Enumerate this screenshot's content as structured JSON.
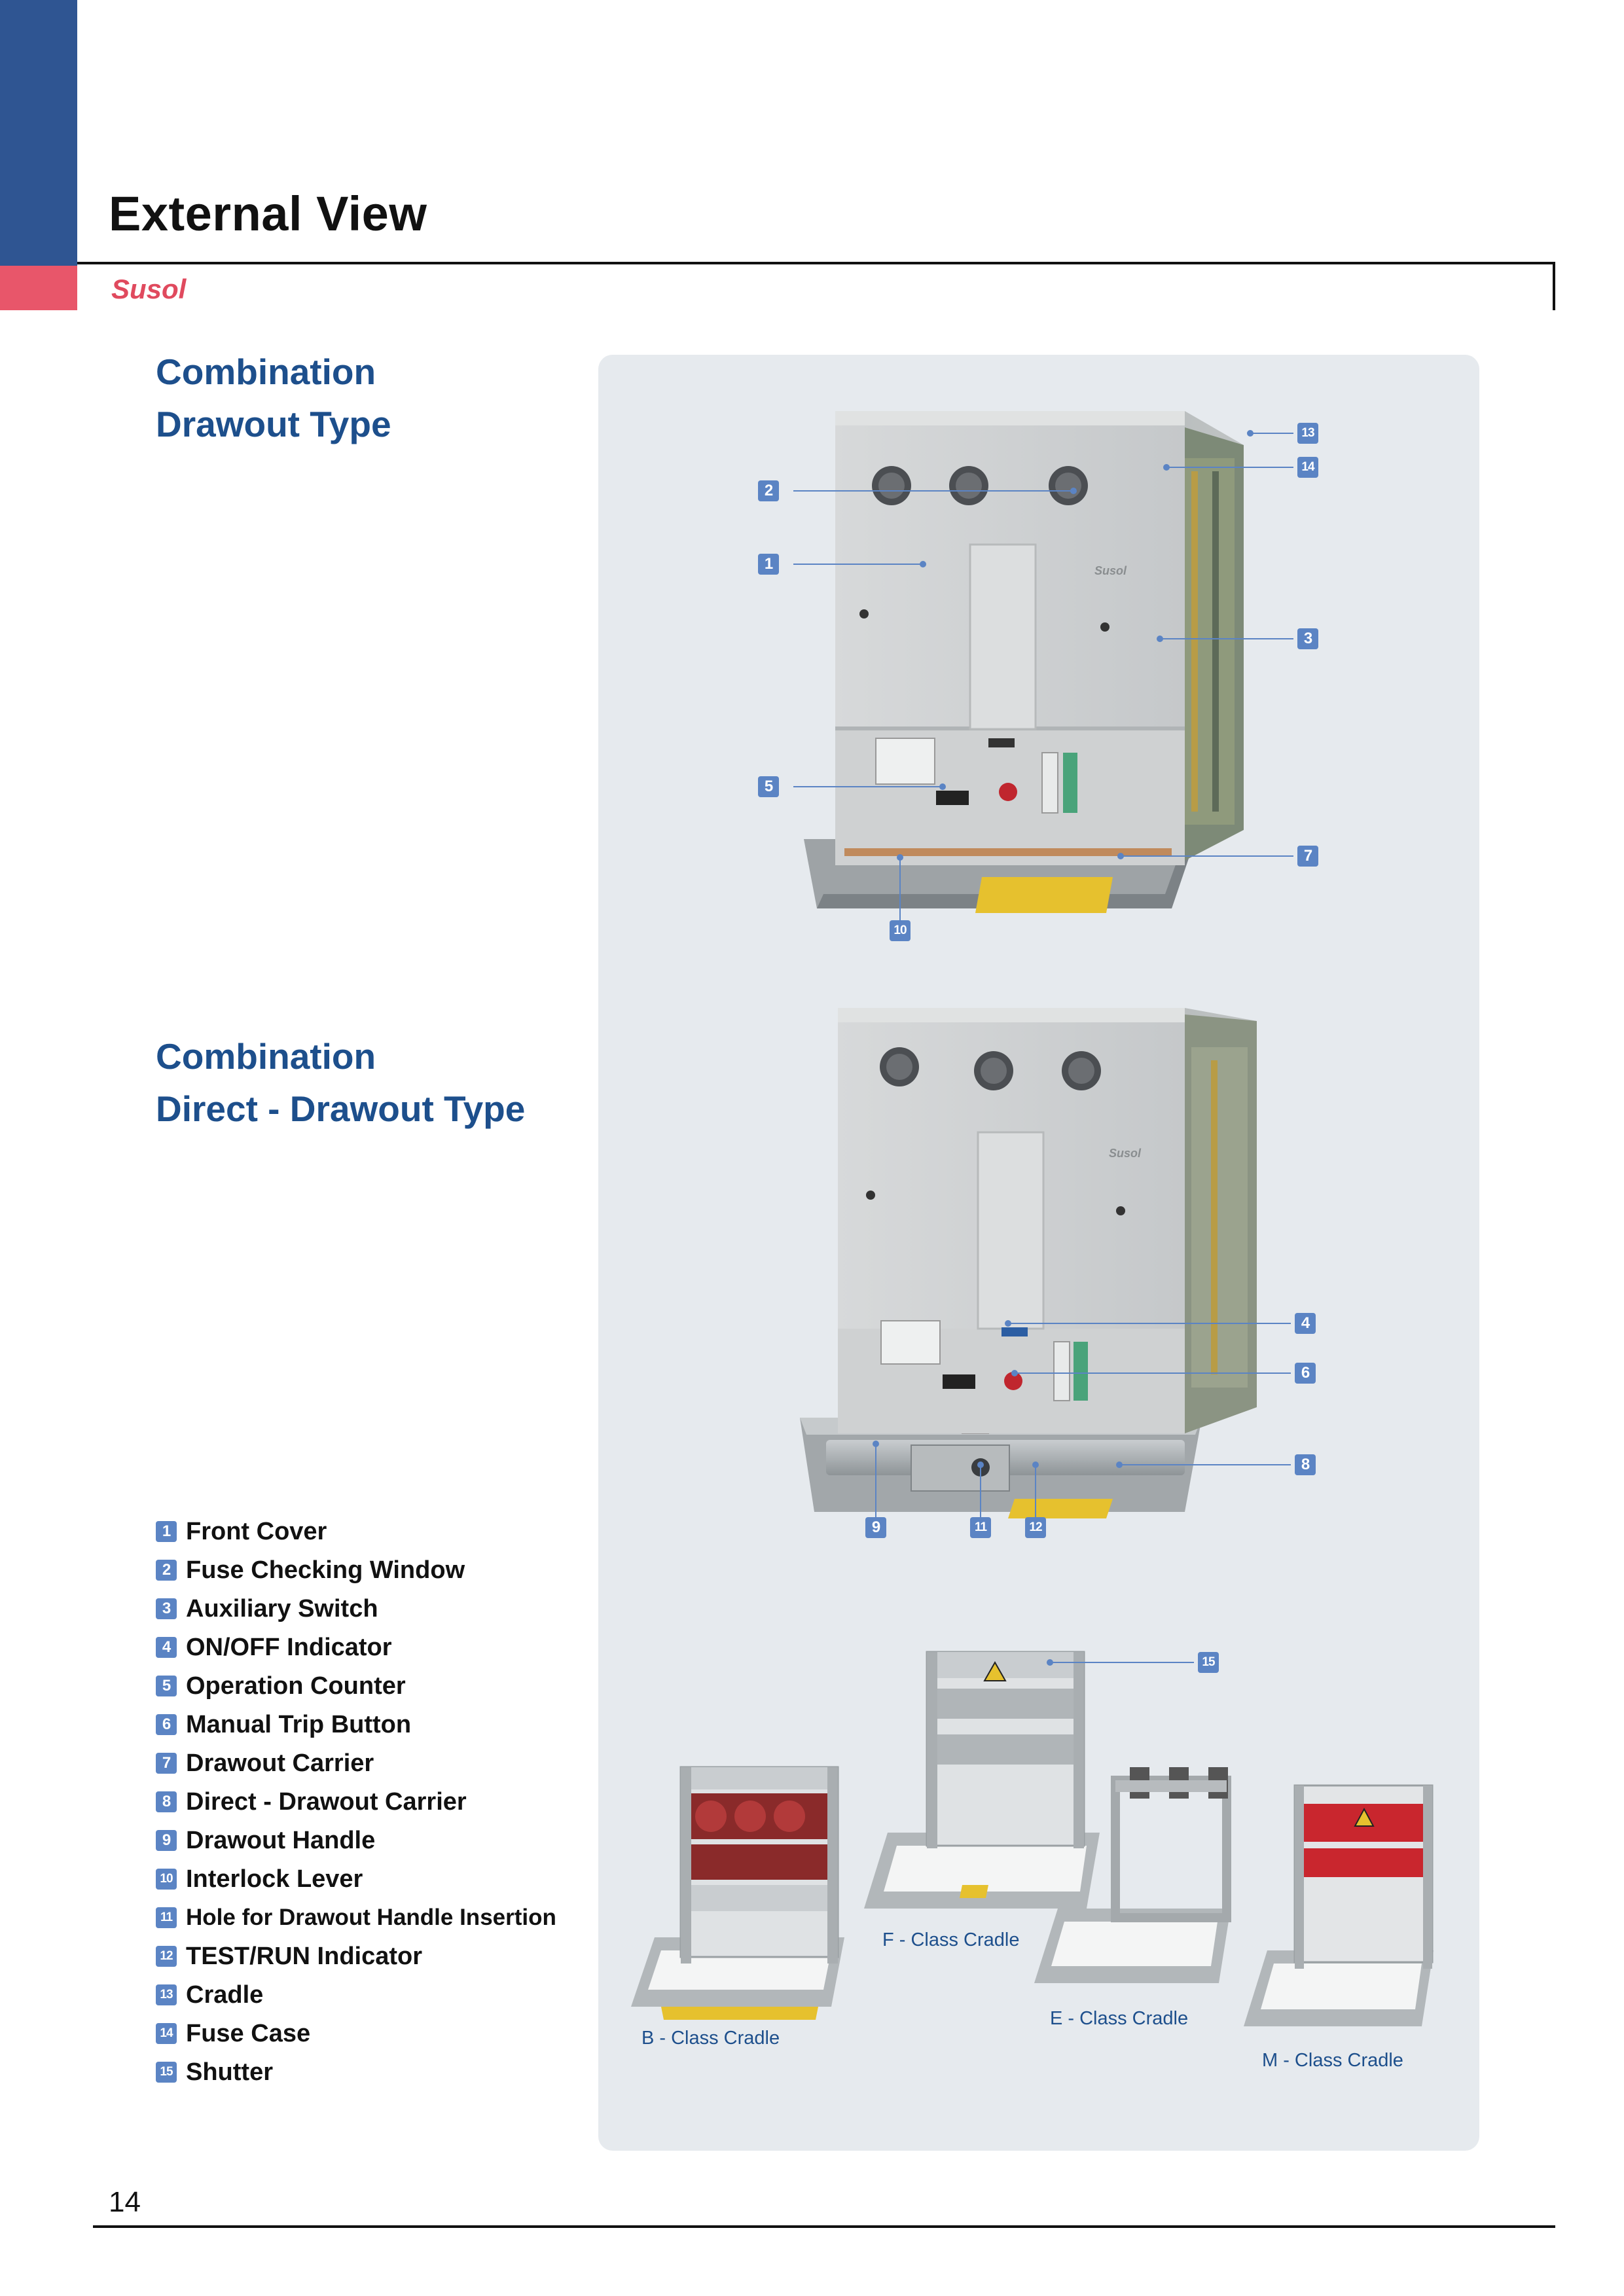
{
  "header": {
    "title": "External View",
    "brand": "Susol"
  },
  "sections": [
    {
      "line1": "Combination",
      "line2": "Drawout Type"
    },
    {
      "line1": "Combination",
      "line2": "Direct - Drawout Type"
    }
  ],
  "legend": [
    {
      "num": "1",
      "label": "Front Cover"
    },
    {
      "num": "2",
      "label": "Fuse Checking Window"
    },
    {
      "num": "3",
      "label": "Auxiliary Switch"
    },
    {
      "num": "4",
      "label": "ON/OFF Indicator"
    },
    {
      "num": "5",
      "label": "Operation Counter"
    },
    {
      "num": "6",
      "label": "Manual Trip Button"
    },
    {
      "num": "7",
      "label": "Drawout Carrier"
    },
    {
      "num": "8",
      "label": "Direct - Drawout Carrier"
    },
    {
      "num": "9",
      "label": "Drawout Handle"
    },
    {
      "num": "10",
      "label": "Interlock Lever"
    },
    {
      "num": "11",
      "label": "Hole for Drawout Handle Insertion"
    },
    {
      "num": "12",
      "label": "TEST/RUN Indicator"
    },
    {
      "num": "13",
      "label": "Cradle"
    },
    {
      "num": "14",
      "label": "Fuse Case"
    },
    {
      "num": "15",
      "label": "Shutter"
    }
  ],
  "callouts": {
    "top": [
      "2",
      "1",
      "5",
      "10",
      "13",
      "14",
      "3",
      "7"
    ],
    "middle": [
      "4",
      "6",
      "8",
      "9",
      "11",
      "12"
    ],
    "bottom": [
      "15"
    ]
  },
  "device_brand": "Susol",
  "cradle_captions": {
    "b": "B - Class Cradle",
    "f": "F - Class Cradle",
    "e": "E - Class Cradle",
    "m": "M - Class Cradle"
  },
  "page_number": "14",
  "colors": {
    "header_blue": "#2f5592",
    "header_red": "#e8566a",
    "section_title": "#1d4f8c",
    "callout_badge": "#5b84c4",
    "panel_bg": "#e6eaee"
  }
}
